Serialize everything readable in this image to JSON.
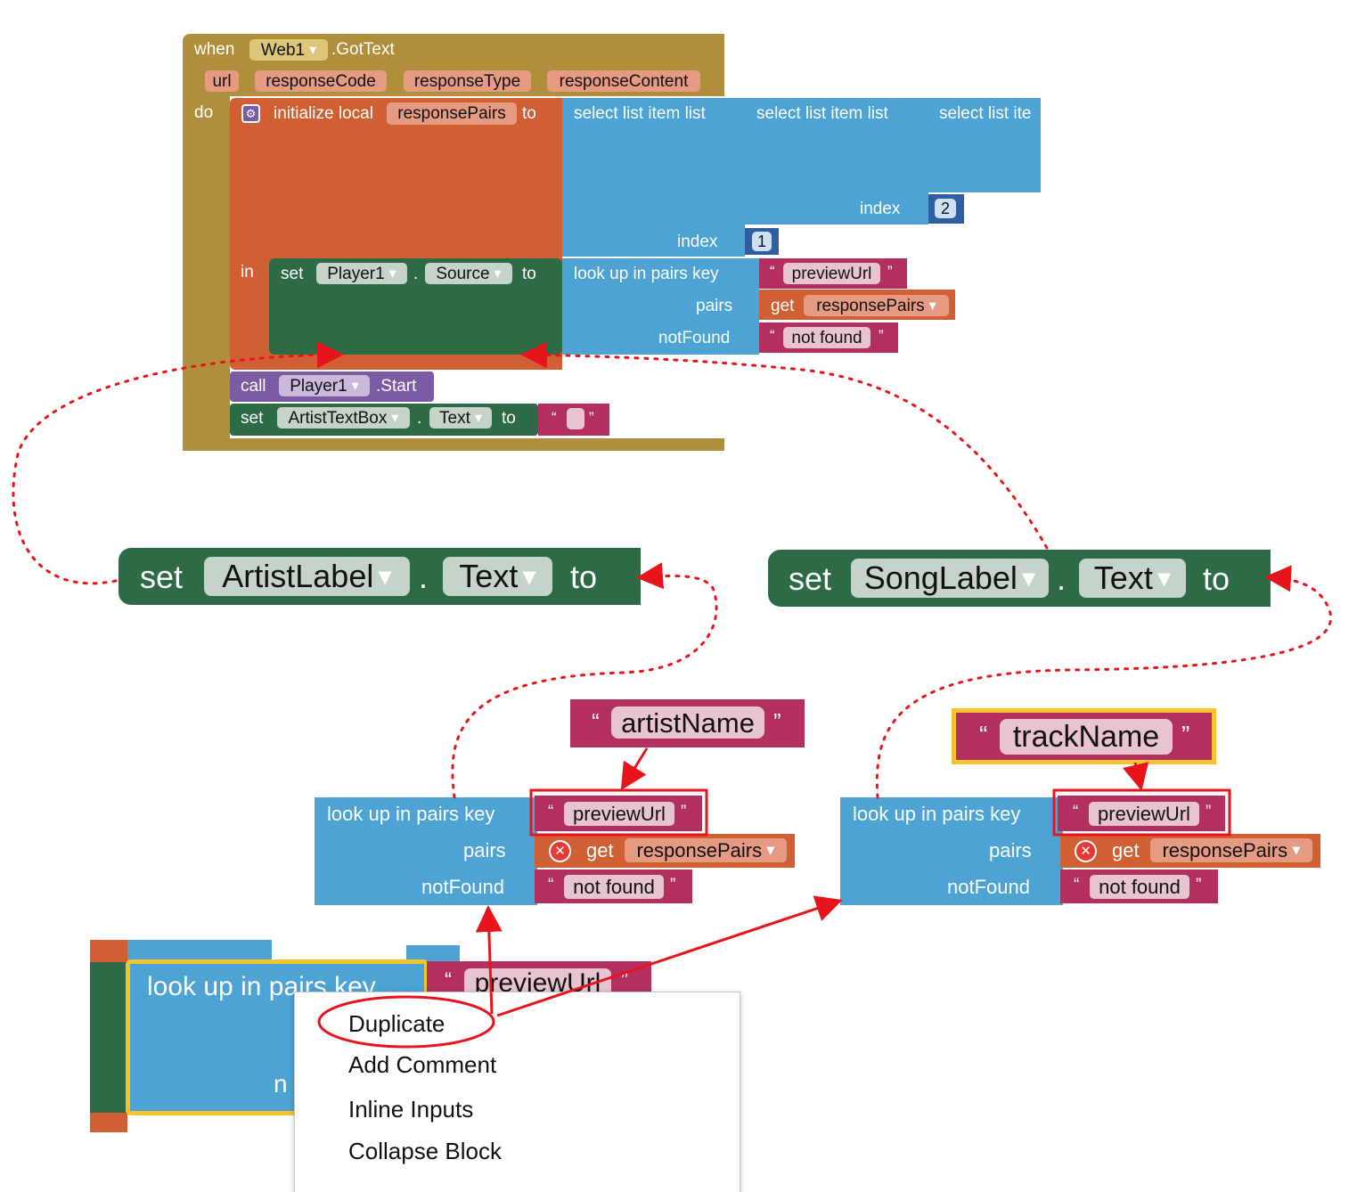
{
  "event": {
    "when": "when",
    "component": "Web1",
    "event_name": ".GotText",
    "params": [
      "url",
      "responseCode",
      "responseType",
      "responseContent"
    ],
    "do": "do"
  },
  "init_local": {
    "label": "initialize local",
    "var_name": "responsePairs",
    "to": "to",
    "in": "in"
  },
  "select_list": {
    "label": "select list item  list",
    "label_short": "select list ite",
    "index": "index",
    "index1": "1",
    "index2": "2"
  },
  "player_set": {
    "set": "set",
    "component": "Player1",
    "dot": ".",
    "property": "Source",
    "to": "to"
  },
  "lookup": {
    "label": "look up in pairs  key",
    "pairs": "pairs",
    "notfound": "notFound",
    "key_value": "previewUrl",
    "get": "get",
    "get_var": "responsePairs",
    "notfound_value": "not found"
  },
  "call_start": {
    "call": "call",
    "component": "Player1",
    "method": ".Start"
  },
  "artist_textbox_set": {
    "set": "set",
    "component": "ArtistTextBox",
    "dot": ".",
    "property": "Text",
    "to": "to"
  },
  "quotes": {
    "open": "“",
    "close": "”"
  },
  "artist_label_set": {
    "set": "set",
    "component": "ArtistLabel",
    "dot": ".",
    "property": "Text",
    "to": "to"
  },
  "song_label_set": {
    "set": "set",
    "component": "SongLabel",
    "dot": ".",
    "property": "Text",
    "to": "to"
  },
  "artist_name_string": "artistName",
  "track_name_string": "trackName",
  "context_menu": {
    "items": [
      "Duplicate",
      "Add Comment",
      "Inline Inputs",
      "Collapse Block"
    ],
    "block_label": "look up in pairs  key",
    "block_key": "previewUrl",
    "block_partial": "n"
  },
  "colors": {
    "event": "#b08f3c",
    "local": "#d05f33",
    "component": "#2d6a46",
    "list": "#4da4d4",
    "text": "#b22f5f",
    "call": "#7b5ba4",
    "annotation": "#e8141c",
    "highlight": "#f5c42d"
  }
}
